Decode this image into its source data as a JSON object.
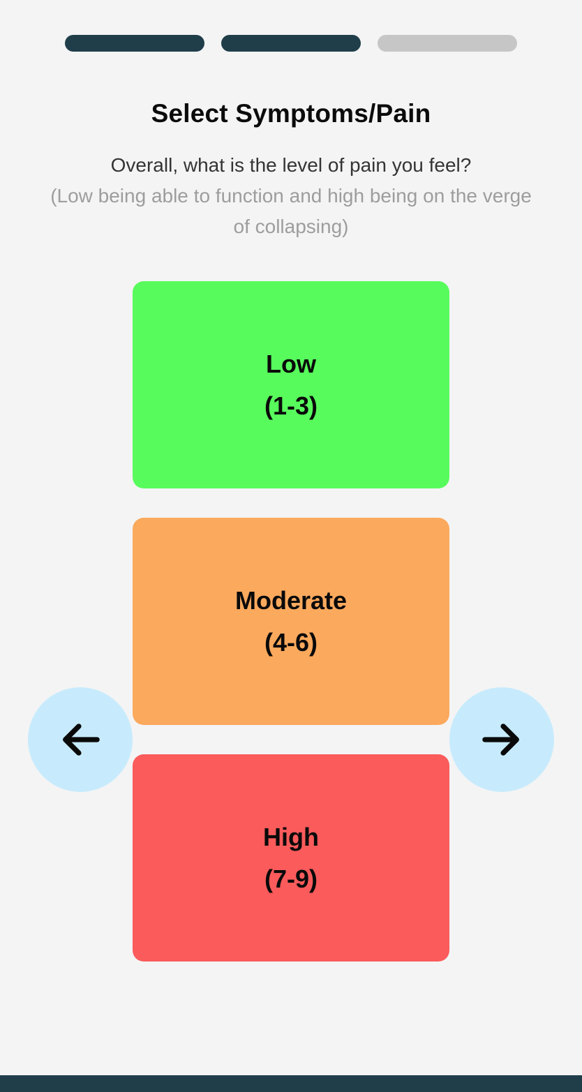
{
  "screen": {
    "title": "Select Symptoms/Pain",
    "question": "Overall, what is the level of pain you feel?",
    "hint": "(Low being able to function and high being on the verge of collapsing)"
  },
  "progress": {
    "total_steps": 3,
    "current_step": 2,
    "segments": [
      {
        "state": "filled",
        "color": "#1f3e4a"
      },
      {
        "state": "filled",
        "color": "#1f3e4a"
      },
      {
        "state": "empty",
        "color": "#c6c6c6"
      }
    ]
  },
  "options": [
    {
      "label": "Low",
      "range": "(1-3)",
      "color": "#57fb5c"
    },
    {
      "label": "Moderate",
      "range": "(4-6)",
      "color": "#fba95d"
    },
    {
      "label": "High",
      "range": "(7-9)",
      "color": "#fb5b5b"
    }
  ],
  "nav": {
    "back_icon": "arrow-left",
    "next_icon": "arrow-right",
    "button_color": "#c7ebfc",
    "arrow_color": "#0a0a0a"
  },
  "bottom_bar_color": "#1f3e4a"
}
